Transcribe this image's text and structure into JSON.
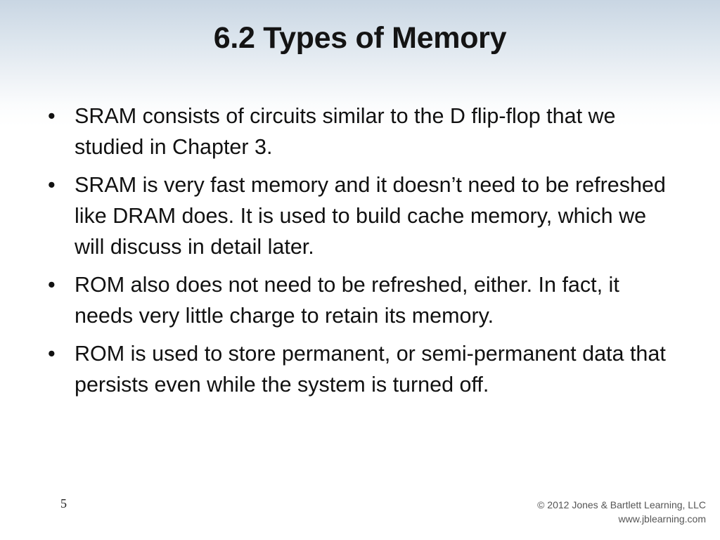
{
  "slide": {
    "title": "6.2 Types of Memory",
    "bullets": [
      "SRAM consists of circuits similar to the D flip-flop that we studied in Chapter 3.",
      "SRAM is very fast memory and it doesn’t need to be refreshed like DRAM does.  It is used to build cache memory, which we will discuss in detail later.",
      "ROM also does not need to be refreshed, either.  In fact, it needs very little charge to retain its memory.",
      "ROM is used to store permanent, or semi-permanent data that persists even while the system is turned off."
    ],
    "bullet_glyph": "•",
    "page_number": "5",
    "copyright_line1": "© 2012 Jones & Bartlett Learning, LLC",
    "copyright_line2": "www.jblearning.com"
  }
}
